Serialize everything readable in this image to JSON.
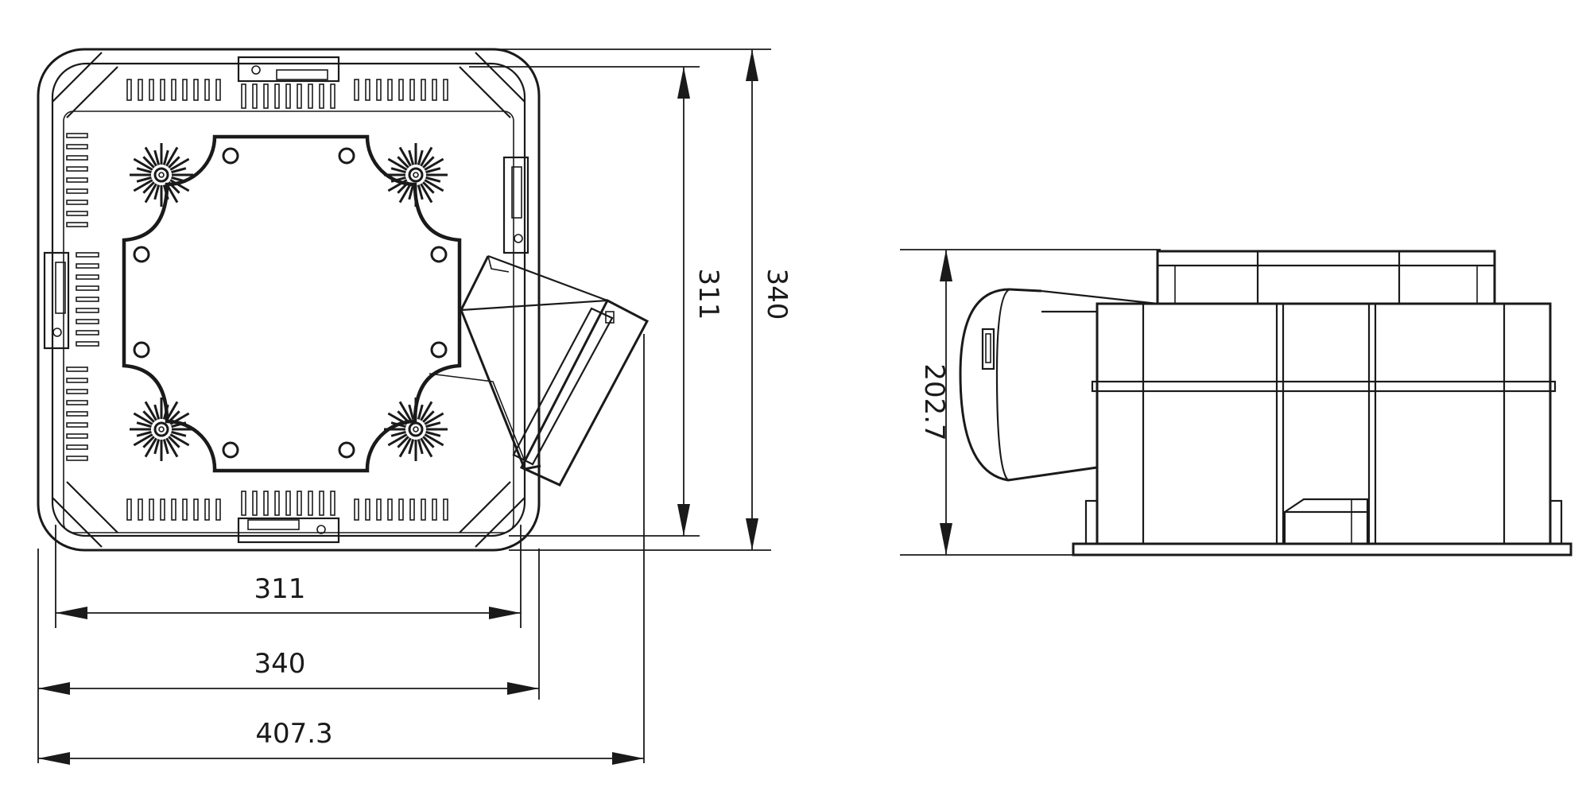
{
  "drawing": {
    "units": "mm",
    "top_view": {
      "dimensions": {
        "inner_width": "311",
        "outer_width": "340",
        "overall_width": "407.3",
        "inner_height": "311",
        "outer_height": "340"
      }
    },
    "side_view": {
      "dimensions": {
        "height": "202.7"
      }
    }
  }
}
